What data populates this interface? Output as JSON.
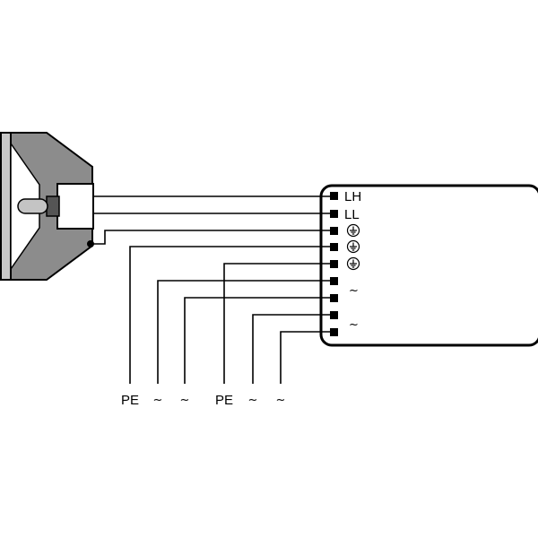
{
  "terminals": {
    "lh": "LH",
    "ll": "LL",
    "ac1": "~",
    "ac2": "~"
  },
  "bottom_labels": [
    "PE",
    "~",
    "~",
    "PE",
    "~",
    "~"
  ],
  "icons": {
    "lamp": "lamp-reflector-icon",
    "earth": "protective-earth-icon"
  },
  "colors": {
    "reflector": "#8c8c8c",
    "lamp_glass": "#c4c4c4",
    "lamp_base": "#555555",
    "line": "#000000"
  }
}
